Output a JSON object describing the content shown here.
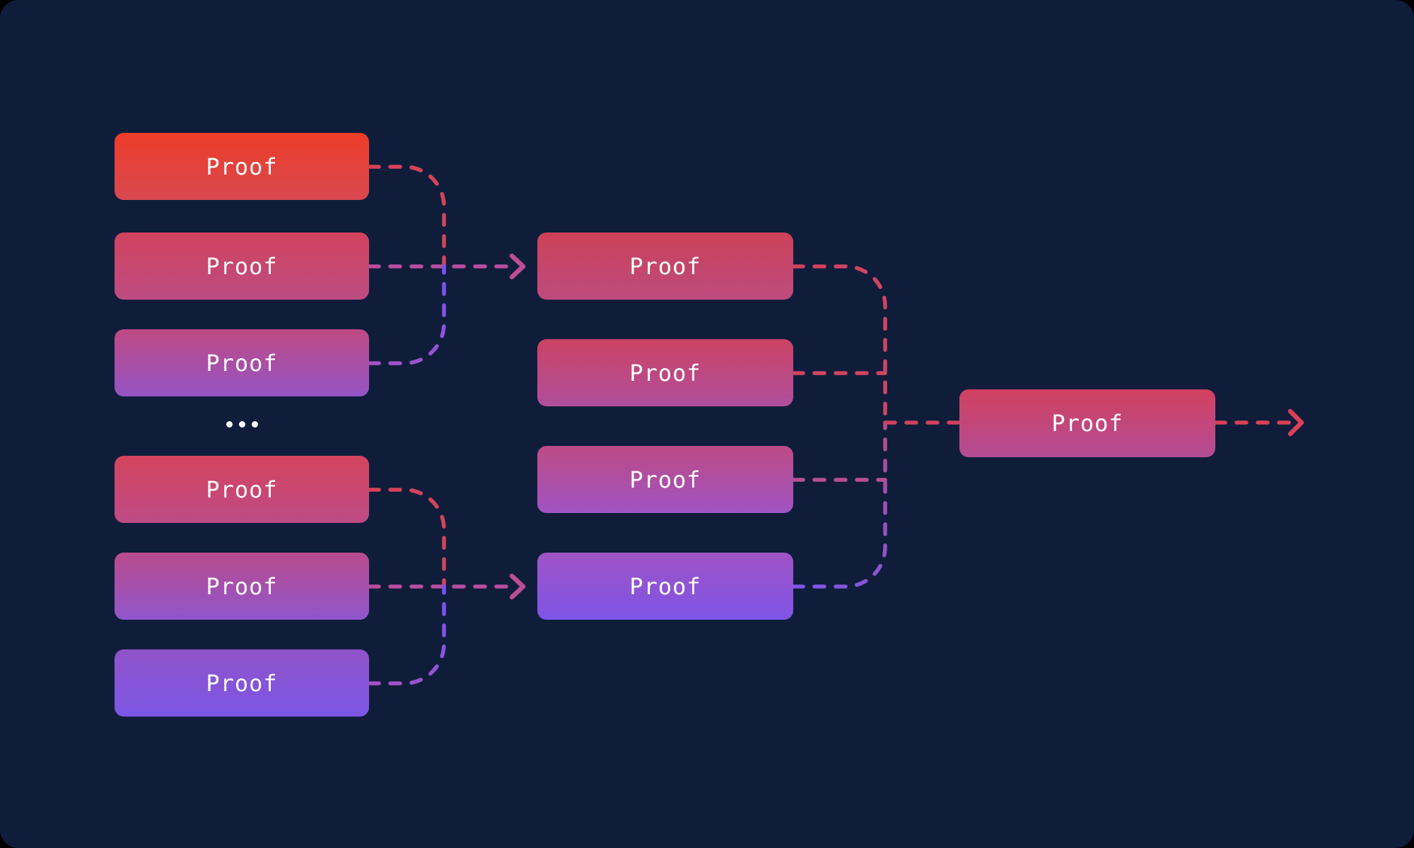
{
  "diagram": {
    "name": "recursive-proof-aggregation",
    "ellipsis": "...",
    "background": "#0f1d3b",
    "outer_background": "#000000"
  },
  "nodes": [
    {
      "id": "left-1",
      "label": "Proof",
      "color_top": "#ee3d28",
      "color_bottom": "#d84850"
    },
    {
      "id": "left-2",
      "label": "Proof",
      "color_top": "#d2425d",
      "color_bottom": "#bc4c82"
    },
    {
      "id": "left-3",
      "label": "Proof",
      "color_top": "#bf4a84",
      "color_bottom": "#9454c4"
    },
    {
      "id": "left-4",
      "label": "Proof",
      "color_top": "#d5445e",
      "color_bottom": "#bd4b85"
    },
    {
      "id": "left-5",
      "label": "Proof",
      "color_top": "#b94b8c",
      "color_bottom": "#9056cd"
    },
    {
      "id": "left-6",
      "label": "Proof",
      "color_top": "#9053c8",
      "color_bottom": "#7b56e6"
    },
    {
      "id": "middle-1",
      "label": "Proof",
      "color_top": "#cc4157",
      "color_bottom": "#bd4b7f"
    },
    {
      "id": "middle-2",
      "label": "Proof",
      "color_top": "#cb4363",
      "color_bottom": "#b04e9d"
    },
    {
      "id": "middle-3",
      "label": "Proof",
      "color_top": "#bc4a84",
      "color_bottom": "#a054c3"
    },
    {
      "id": "middle-4",
      "label": "Proof",
      "color_top": "#a053c5",
      "color_bottom": "#7d55e6"
    },
    {
      "id": "right-1",
      "label": "Proof",
      "color_top": "#d2415f",
      "color_bottom": "#b34c96"
    }
  ],
  "colors": {
    "line_red_start": "#d7425a",
    "line_red_end": "#cc4759",
    "line_magenta": "#b94e9f",
    "line_purple_box": "#a451c6",
    "line_purple_junction": "#7852ee",
    "mid_red_start": "#d2425e",
    "mid_red_end": "#c8476a",
    "mid_rose": "#d2445f",
    "mid_magenta": "#b74f94",
    "mid_purple_box": "#7f56e8",
    "mid_purple_junction": "#b34d8a",
    "out_rose": "#d0425f",
    "arrow_magenta": "#bc4d96",
    "arrow_red": "#da4156"
  }
}
